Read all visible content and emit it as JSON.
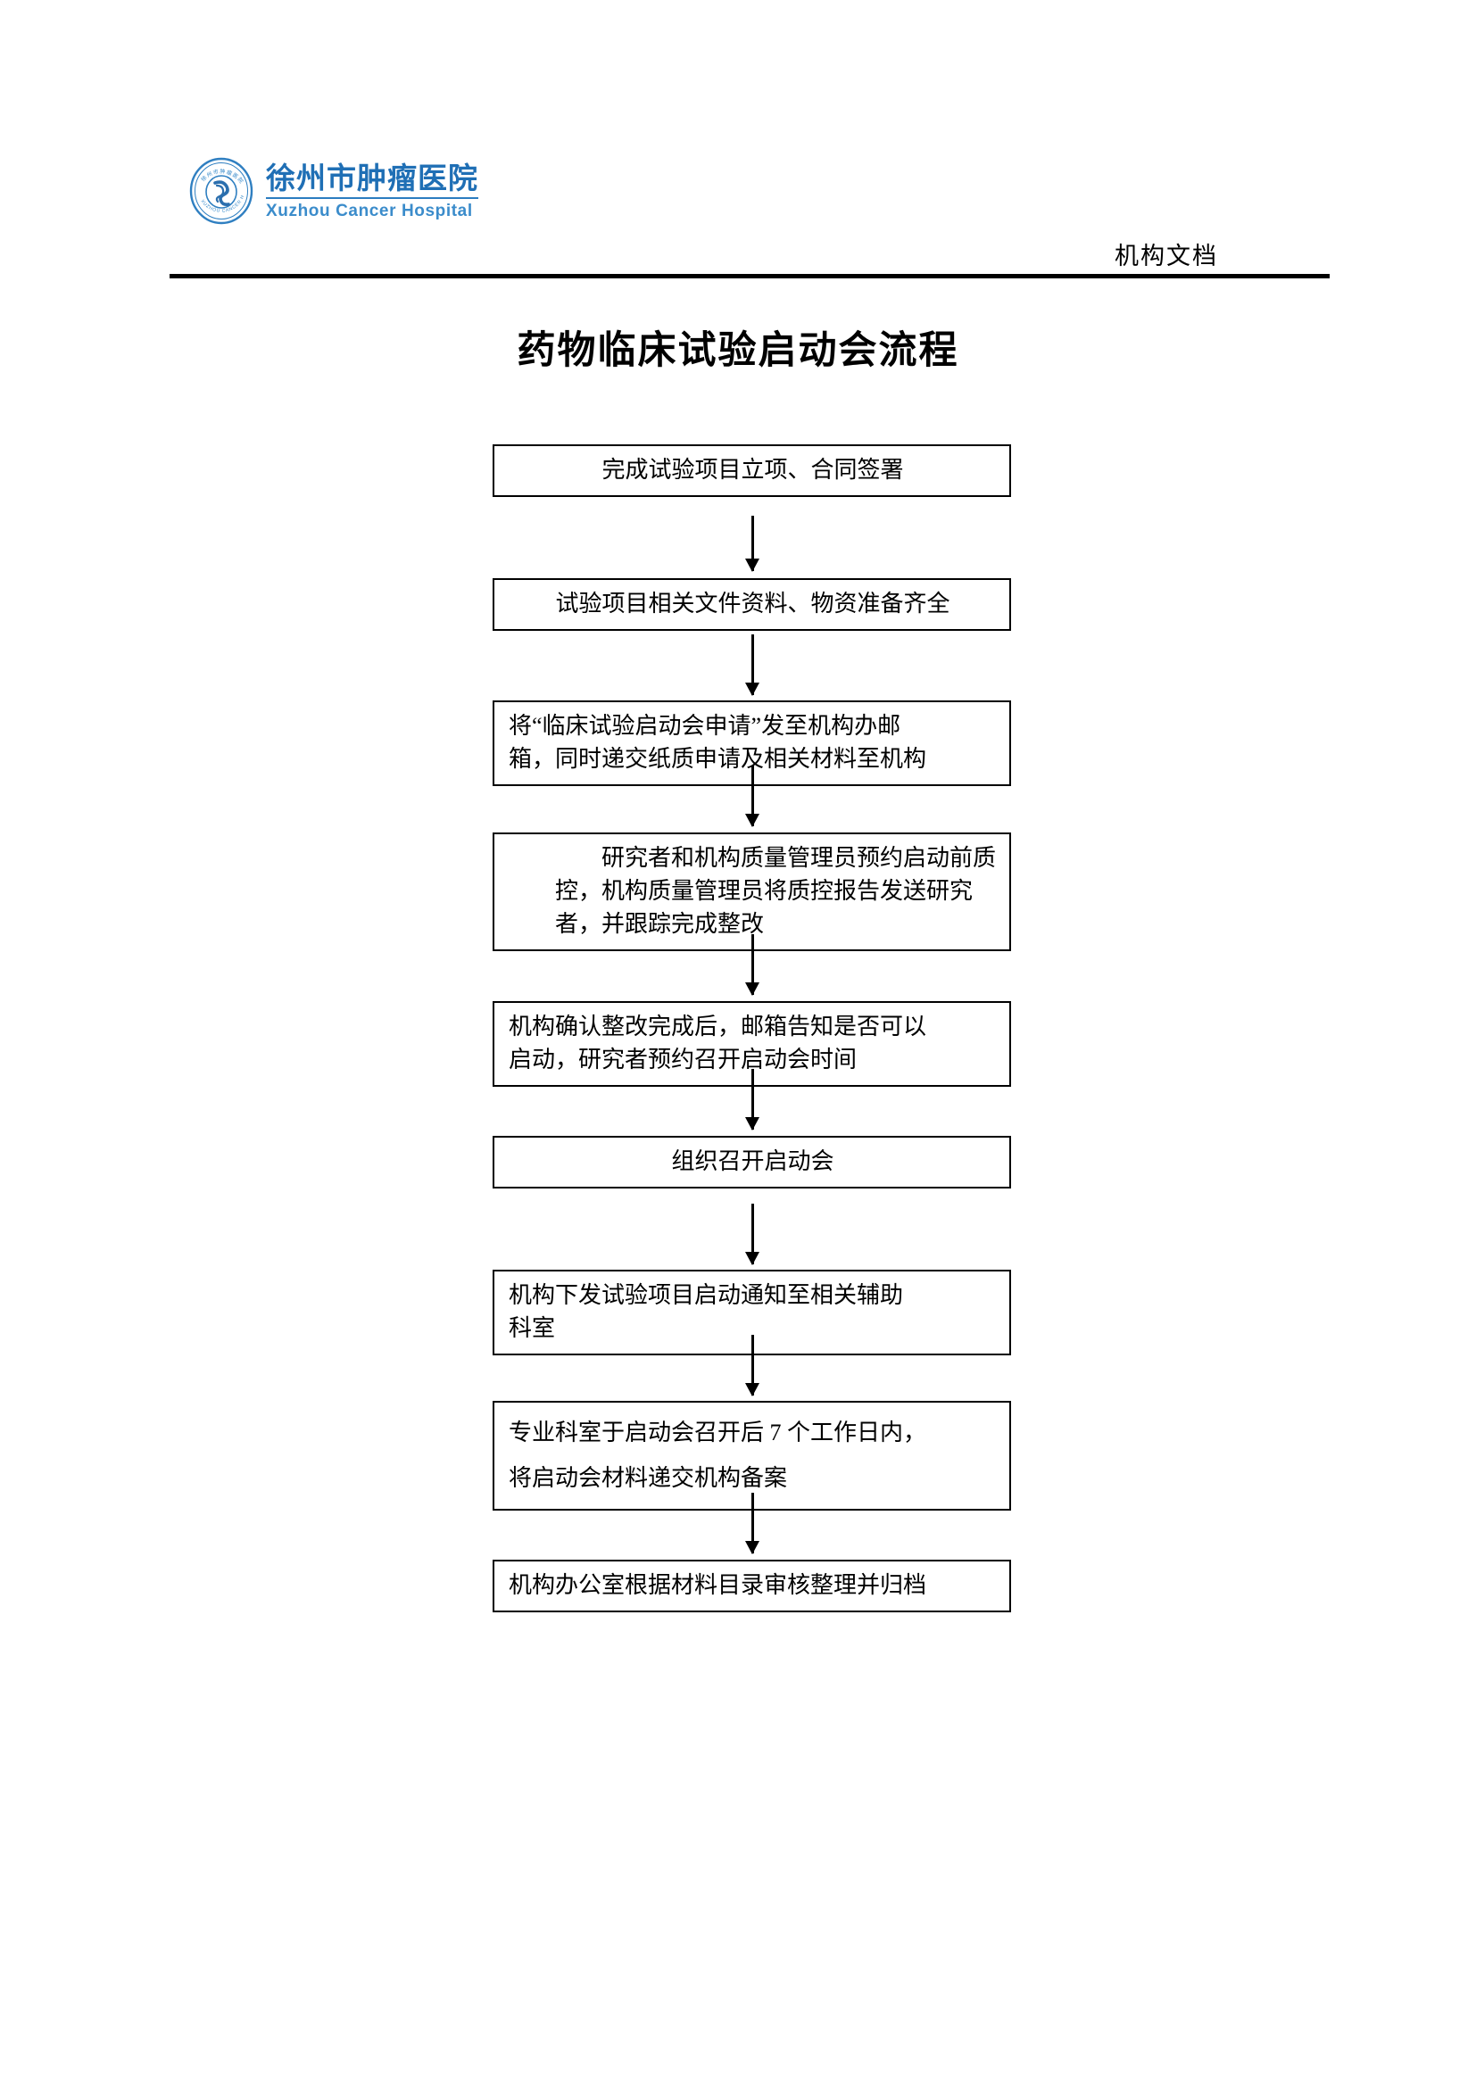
{
  "header": {
    "logo": {
      "emblem_icon": "hospital-seal-icon",
      "name_cn": "徐州市肿瘤医院",
      "name_en": "Xuzhou Cancer Hospital",
      "brand_color": "#1f6fb5"
    },
    "document_kind": "机构文档"
  },
  "title": "药物临床试验启动会流程",
  "flowchart": {
    "type": "flowchart",
    "orientation": "vertical",
    "connector": "down-arrow",
    "nodes": [
      {
        "id": "step-1",
        "align": "center",
        "lines": [
          "完成试验项目立项、合同签署"
        ]
      },
      {
        "id": "step-2",
        "align": "center",
        "lines": [
          "试验项目相关文件资料、物资准备齐全"
        ]
      },
      {
        "id": "step-3",
        "align": "left",
        "lines": [
          "将“临床试验启动会申请”发至机构办邮",
          "箱，同时递交纸质申请及相关材料至机构"
        ]
      },
      {
        "id": "step-4",
        "align": "left",
        "indent": true,
        "lines": [
          "　　研究者和机构质量管理员预约启动前质",
          "控，机构质量管理员将质控报告发送研究",
          "者，并跟踪完成整改"
        ]
      },
      {
        "id": "step-5",
        "align": "left",
        "lines": [
          "机构确认整改完成后，邮箱告知是否可以",
          "启动，研究者预约召开启动会时间"
        ]
      },
      {
        "id": "step-6",
        "align": "center",
        "lines": [
          "组织召开启动会"
        ]
      },
      {
        "id": "step-7",
        "align": "left",
        "lines": [
          "机构下发试验项目启动通知至相关辅助",
          "科室"
        ]
      },
      {
        "id": "step-8",
        "align": "left",
        "loose": true,
        "lines": [
          "专业科室于启动会召开后 7 个工作日内，",
          "将启动会材料递交机构备案"
        ]
      },
      {
        "id": "step-9",
        "align": "left",
        "lines": [
          "机构办公室根据材料目录审核整理并归档"
        ]
      }
    ]
  }
}
